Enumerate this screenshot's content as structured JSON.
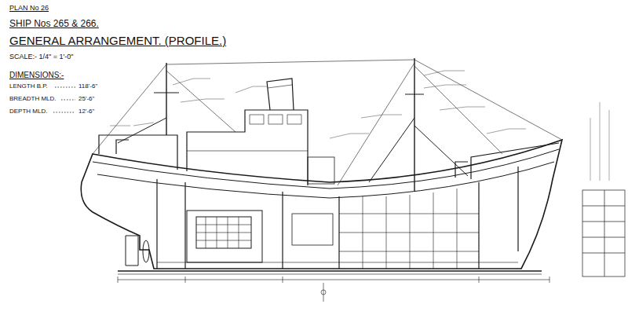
{
  "diagram": {
    "title": "GENERAL ARRANGEMENT. (PROFILE.)",
    "labels": [
      "PLAN No 26",
      "SHIP Nos 265 & 266.",
      "SCALE:- 1/4\" = 1'-0\"",
      "DIMENSIONS:-",
      "LENGTH B.P.",
      "118'-6\"",
      "BREADTH MLD.",
      "25'-6\"",
      "DEPTH MLD.",
      "12'-6\""
    ]
  }
}
